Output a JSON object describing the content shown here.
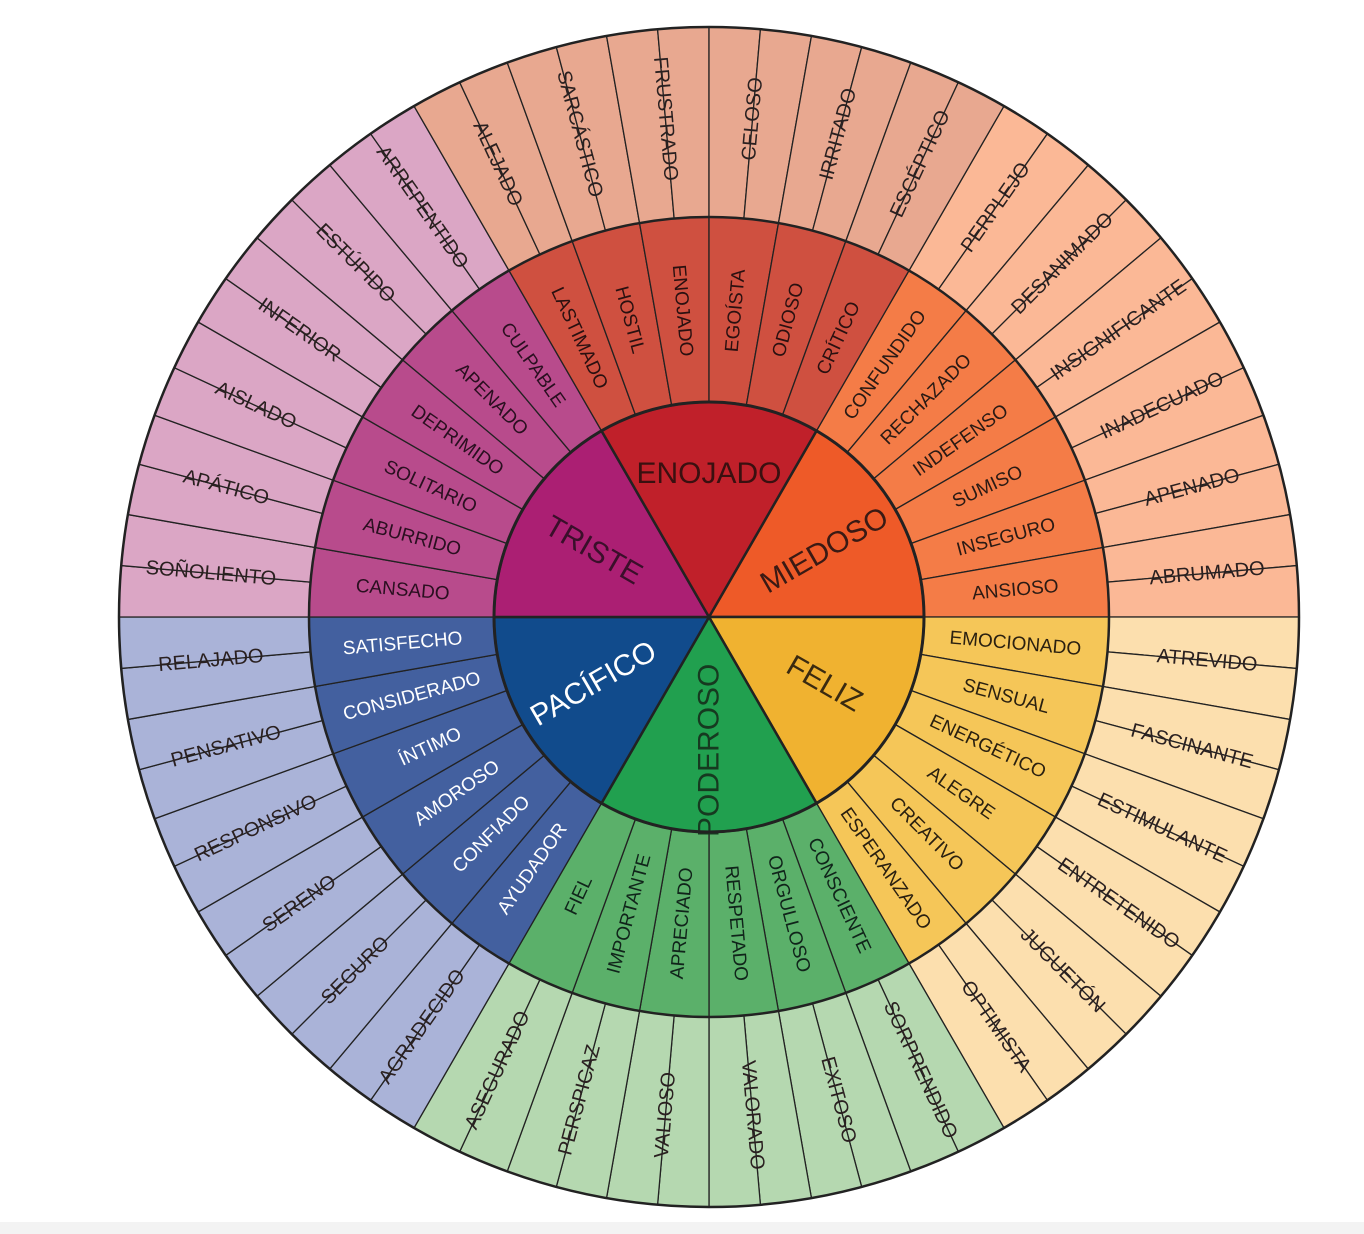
{
  "wheel": {
    "segments": [
      {
        "core": "MIEDOSO",
        "start_angle": 300,
        "colors": {
          "core": "#ee5a28",
          "middle": "#f47c47",
          "outer": "#fbb896",
          "core_text": "#3a1a14",
          "middle_text": "#2a1a14"
        },
        "middle": [
          "CONFUNDIDO",
          "RECHAZADO",
          "INDEFENSO",
          "SUMISO",
          "INSEGURO",
          "ANSIOSO"
        ],
        "outer": [
          "PERPLEJO",
          "DESANIMADO",
          "INSIGNIFICANTE",
          "INADECUADO",
          "APENADO",
          "ABRUMADO"
        ]
      },
      {
        "core": "FELIZ",
        "start_angle": 0,
        "colors": {
          "core": "#f0b230",
          "middle": "#f5c658",
          "outer": "#fcdfae",
          "core_text": "#3a2a10",
          "middle_text": "#2a2010"
        },
        "middle": [
          "EMOCIONADO",
          "SENSUAL",
          "ENERGÉTICO",
          "ALEGRE",
          "CREATIVO",
          "ESPERANZADO"
        ],
        "outer": [
          "ATREVIDO",
          "FASCINANTE",
          "ESTIMULANTE",
          "ENTRETENIDO",
          "JUGUETÓN",
          "OPTIMISTA"
        ]
      },
      {
        "core": "PODEROSO",
        "start_angle": 60,
        "colors": {
          "core": "#21a04f",
          "middle": "#5bb06a",
          "outer": "#b5d8b0",
          "core_text": "#163a20",
          "middle_text": "#10241a"
        },
        "middle": [
          "CONSCIENTE",
          "ORGULLOSO",
          "RESPETADO",
          "APRECIADO",
          "IMPORTANTE",
          "FIEL"
        ],
        "outer": [
          "SORPRENDIDO",
          "EXITOSO",
          "VALORADO",
          "VALIOSO",
          "PERSPICAZ",
          "ASEGURADO"
        ]
      },
      {
        "core": "PACÍFICO",
        "start_angle": 120,
        "colors": {
          "core": "#114b8c",
          "middle": "#43609f",
          "outer": "#aab3d8",
          "core_text": "#ffffff",
          "middle_text": "#ffffff"
        },
        "middle": [
          "AYUDADOR",
          "CONFIADO",
          "AMOROSO",
          "ÍNTIMO",
          "CONSIDERADO",
          "SATISFECHO"
        ],
        "outer": [
          "AGRADECIDO",
          "SEGURO",
          "SERENO",
          "RESPONSIVO",
          "PENSATIVO",
          "RELAJADO"
        ]
      },
      {
        "core": "TRISTE",
        "start_angle": 180,
        "colors": {
          "core": "#ab1f73",
          "middle": "#b84b8c",
          "outer": "#dba6c5",
          "core_text": "#3a0f2a",
          "middle_text": "#2a0f20"
        },
        "middle": [
          "CANSADO",
          "ABURRIDO",
          "SOLITARIO",
          "DEPRIMIDO",
          "APENADO",
          "CULPABLE"
        ],
        "outer": [
          "SOÑOLIENTO",
          "APÁTICO",
          "AISLADO",
          "INFERIOR",
          "ESTÚPIDO",
          "ARREPENTIDO"
        ]
      },
      {
        "core": "ENOJADO",
        "start_angle": 240,
        "colors": {
          "core": "#c0202a",
          "middle": "#cf5040",
          "outer": "#e8a890",
          "core_text": "#3a1010",
          "middle_text": "#2a1010"
        },
        "middle": [
          "LASTIMADO",
          "HOSTIL",
          "ENOJADO",
          "EGOÍSTA",
          "ODIOSO",
          "CRÍTICO"
        ],
        "outer": [
          "ALEJADO",
          "SARCÁSTICO",
          "FRUSTRADO",
          "CELOSO",
          "IRRITADO",
          "ESCÉPTICO"
        ]
      }
    ]
  }
}
